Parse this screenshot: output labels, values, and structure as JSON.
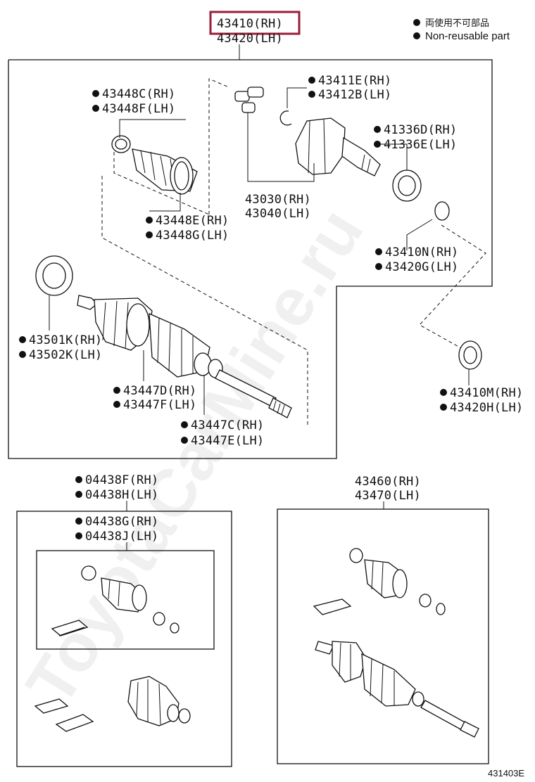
{
  "header": {
    "main_part_rh": "43410(RH)",
    "main_part_lh": "43420(LH)",
    "highlight_color": "#9b1c3a"
  },
  "legend": {
    "line1": "両使用不可部品",
    "line2": "Non-reusable part"
  },
  "watermark": "ToyotaCarMine.ru",
  "labels": {
    "l_43448C": "43448C(RH)",
    "l_43448F": "43448F(LH)",
    "l_43448E": "43448E(RH)",
    "l_43448G": "43448G(LH)",
    "l_43411E": "43411E(RH)",
    "l_43412B": "43412B(LH)",
    "l_41336D": "41336D(RH)",
    "l_41336E": "41336E(LH)",
    "l_43030": "43030(RH)",
    "l_43040": "43040(LH)",
    "l_43410N": "43410N(RH)",
    "l_43420G": "43420G(LH)",
    "l_43501K": "43501K(RH)",
    "l_43502K": "43502K(LH)",
    "l_43447D": "43447D(RH)",
    "l_43447F": "43447F(LH)",
    "l_43447C": "43447C(RH)",
    "l_43447E": "43447E(LH)",
    "l_43410M": "43410M(RH)",
    "l_43420H": "43420H(LH)",
    "l_04438F": "04438F(RH)",
    "l_04438H": "04438H(LH)",
    "l_04438G": "04438G(RH)",
    "l_04438J": "04438J(LH)",
    "l_43460": "43460(RH)",
    "l_43470": "43470(LH)"
  },
  "figure_code": "431403E"
}
